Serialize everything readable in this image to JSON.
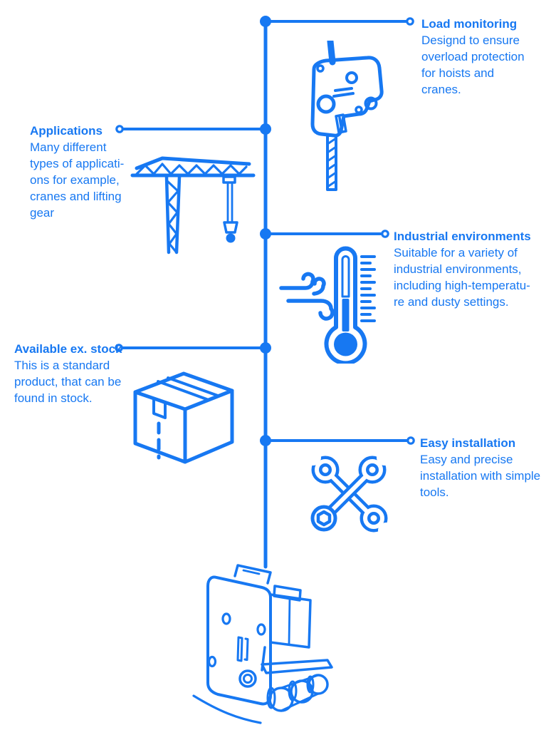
{
  "colors": {
    "accent": "#1778F2",
    "background": "#FFFFFF"
  },
  "features": [
    {
      "id": "load-monitoring",
      "icon": "rope-mounted-limit-switch-icon",
      "title": "Load monitoring",
      "body": "Designd to ensure\noverload protection\nfor hoists and\ncranes."
    },
    {
      "id": "applications",
      "icon": "tower-crane-icon",
      "title": "Applications",
      "body": "Many different\ntypes of applicati-\nons for example,\ncranes and lifting\ngear"
    },
    {
      "id": "industrial-environments",
      "icon": "thermometer-wind-icon",
      "title": "Industrial environments",
      "body": "Suitable for a variety of\nindustrial environments,\nincluding high-temperatu-\nre and dusty settings."
    },
    {
      "id": "available-ex-stock",
      "icon": "shipping-box-icon",
      "title": "Available ex. stock",
      "body": "This is a standard\nproduct, that can be\nfound in stock."
    },
    {
      "id": "easy-installation",
      "icon": "crossed-wrenches-icon",
      "title": "Easy installation",
      "body": "Easy and precise\ninstallation with simple\ntools."
    }
  ],
  "product": {
    "icon": "load-limiter-product-drawing"
  }
}
